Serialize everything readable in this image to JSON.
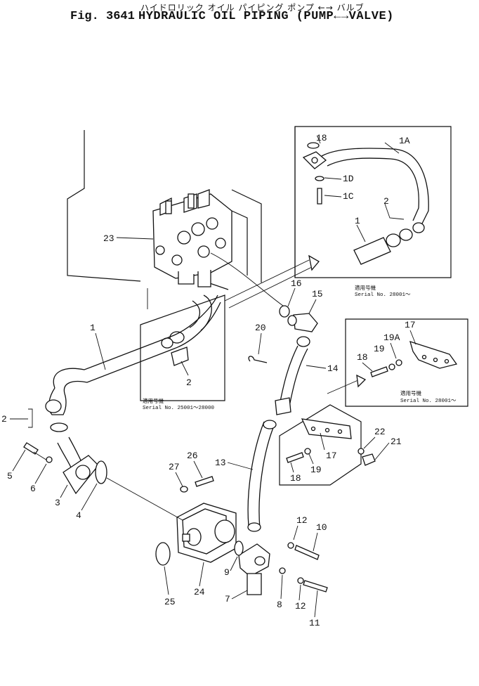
{
  "header": {
    "japanese_title": "ハイドロリック オイル パイピング ポンプ ←→ バルブ",
    "figure_number": "Fig. 3641",
    "title": "HYDRAULIC OIL PIPING (PUMP←→VALVE)"
  },
  "callouts": {
    "c23": "23",
    "c18a": "18",
    "c1a": "1A",
    "c1d": "1D",
    "c1c": "1C",
    "c1": "1",
    "c2a": "2",
    "c16": "16",
    "c15": "15",
    "c20": "20",
    "c17a": "17",
    "c19a": "19A",
    "c14": "14",
    "c18b": "18",
    "c19b": "19",
    "c1b": "1",
    "c2b": "2",
    "c2c": "2",
    "c17b": "17",
    "c22": "22",
    "c21": "21",
    "c19c": "19",
    "c18c": "18",
    "c26": "26",
    "c13": "13",
    "c27": "27",
    "c5": "5",
    "c6": "6",
    "c3": "3",
    "c4": "4",
    "c12a": "12",
    "c10": "10",
    "c9": "9",
    "c25": "25",
    "c24": "24",
    "c7": "7",
    "c8": "8",
    "c12b": "12",
    "c11": "11"
  },
  "serial_notes": {
    "inset_top": {
      "jp": "適用号機",
      "en": "Serial No. 28001～"
    },
    "inset_mid": {
      "jp": "適用号機",
      "en": "Serial No. 25001～28000"
    },
    "inset_right": {
      "jp": "適用号機",
      "en": "Serial No. 28001～"
    }
  }
}
